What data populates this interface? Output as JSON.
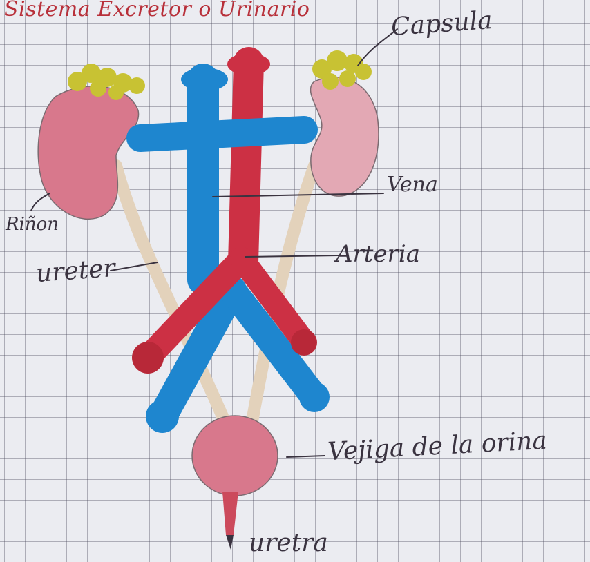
{
  "title": "Sistema Excretor o Urinario",
  "labels": {
    "capsula": "Capsula",
    "vena": "Vena",
    "rinon": "Riñon",
    "ureter": "ureter",
    "arteria": "Arteria",
    "vejiga": "Vejiga de la orina",
    "uretra": "uretra"
  },
  "colors": {
    "paper": "#ebecf1",
    "grid": "#5a5a70",
    "vein_blue": "#1e86cf",
    "artery_red": "#cc3044",
    "kidney_pink": "#d8788c",
    "capsule_yellow": "#c8c233",
    "ureter_beige": "#e3d2bb",
    "ink": "#3a3340",
    "title_red": "#b8303a"
  }
}
